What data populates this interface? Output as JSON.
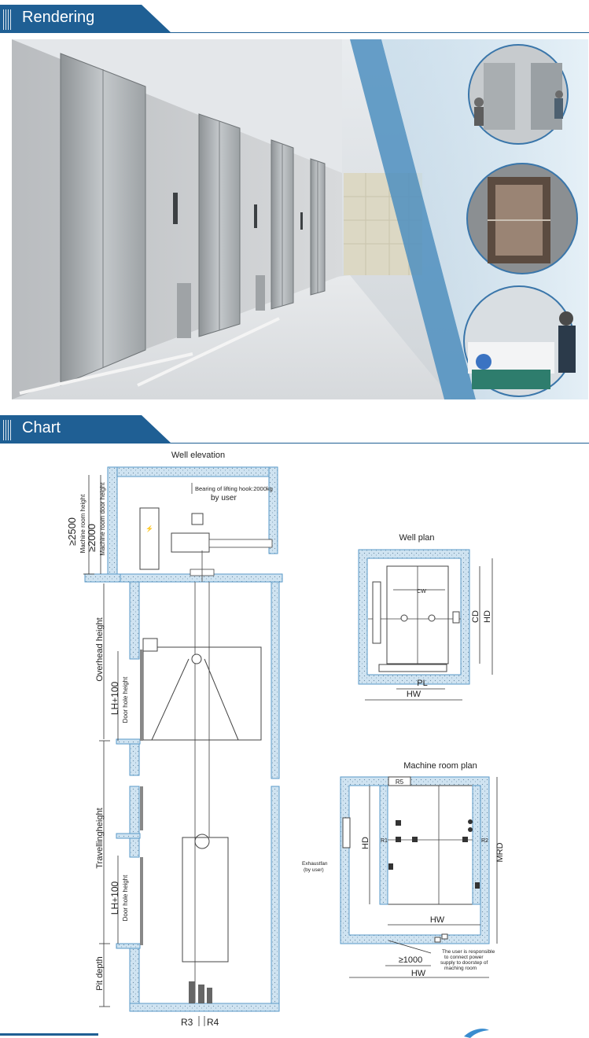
{
  "sections": {
    "rendering": "Rendering",
    "chart": "Chart"
  },
  "elevation": {
    "title": "Well elevation",
    "hook_note": "Bearing of lifting hook:2000kg",
    "by_user": "by user",
    "machine_room_height_value": "≥2500",
    "machine_room_height_label": "Machine room height",
    "machine_room_door_value": "≥2000",
    "machine_room_door_label": "Machine room door height",
    "overhead": "Overhead height",
    "door_hole_value_1": "LH+100",
    "door_hole_label_1": "Door hole height",
    "travelling": "Travellingheight",
    "door_hole_value_2": "LH+100",
    "door_hole_label_2": "Door hole height",
    "pit": "Pit depth",
    "r3": "R3",
    "r4": "R4"
  },
  "well_plan": {
    "title": "Well plan",
    "cw": "CW",
    "cd": "CD",
    "hd": "HD",
    "pl": "PL",
    "hw": "HW"
  },
  "machine_room": {
    "title": "Machine room plan",
    "r5": "R5",
    "r1": "R1",
    "r2": "R2",
    "hd": "HD",
    "mrd": "MRD",
    "hw_inner": "HW",
    "exhaust": "Exhaustfan",
    "exhaust_by": "(by user)",
    "min_1000": "≥1000",
    "hw_outer": "HW",
    "power_note_1": "The user is responsible",
    "power_note_2": "to connect power",
    "power_note_3": "supply to doorstep of",
    "power_note_4": "maching room"
  },
  "colors": {
    "brand": "#1f5f94",
    "wall_fill": "#cfe3f1",
    "wall_stroke": "#5a9ac8"
  }
}
